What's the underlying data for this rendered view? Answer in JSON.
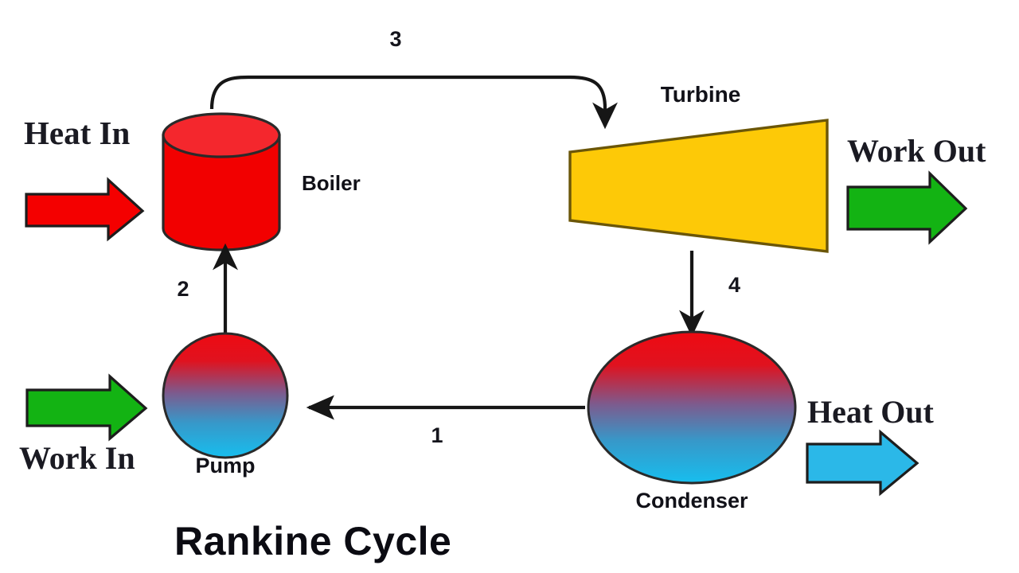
{
  "diagram": {
    "title": "Rankine Cycle",
    "components": [
      {
        "id": "boiler",
        "label": "Boiler",
        "shape": "cylinder",
        "color": "#F20000"
      },
      {
        "id": "turbine",
        "label": "Turbine",
        "shape": "trapezoid",
        "color": "#FDC907"
      },
      {
        "id": "condenser",
        "label": "Condenser",
        "shape": "ellipse",
        "color_top": "#EB0F17",
        "color_bottom": "#17B6E8"
      },
      {
        "id": "pump",
        "label": "Pump",
        "shape": "circle",
        "color_top": "#EB0F17",
        "color_bottom": "#17B6E8"
      }
    ],
    "energy_flows": [
      {
        "id": "heat-in",
        "label": "Heat In",
        "direction": "right",
        "color": "#F40000"
      },
      {
        "id": "work-out",
        "label": "Work Out",
        "direction": "right",
        "color": "#13B313"
      },
      {
        "id": "heat-out",
        "label": "Heat Out",
        "direction": "right",
        "color": "#2BB8E8"
      },
      {
        "id": "work-in",
        "label": "Work In",
        "direction": "right",
        "color": "#13B313"
      }
    ],
    "state_points": [
      {
        "id": "state-1",
        "label": "1",
        "from": "condenser",
        "to": "pump",
        "direction": "left"
      },
      {
        "id": "state-2",
        "label": "2",
        "from": "pump",
        "to": "boiler",
        "direction": "up"
      },
      {
        "id": "state-3",
        "label": "3",
        "from": "boiler",
        "to": "turbine",
        "direction": "right"
      },
      {
        "id": "state-4",
        "label": "4",
        "from": "turbine",
        "to": "condenser",
        "direction": "down"
      }
    ],
    "colors": {
      "background": "#FFFFFF",
      "line": "#161616",
      "boiler_body": "#F20000",
      "boiler_top": "#F4262C",
      "turbine_fill": "#FDC907",
      "turbine_stroke": "#6B5608",
      "gradient_hot": "#EB0F17",
      "gradient_cold": "#17B6E8",
      "arrow_heat_in": "#F40000",
      "arrow_work": "#13B313",
      "arrow_heat_out": "#2BB8E8"
    }
  }
}
